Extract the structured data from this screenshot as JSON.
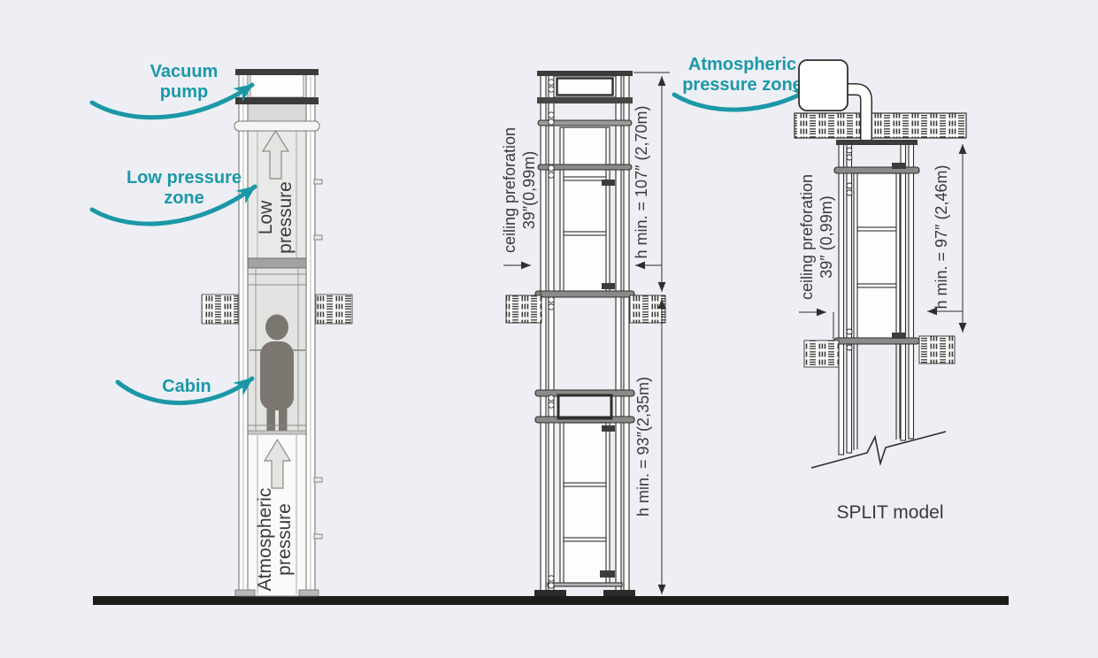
{
  "colors": {
    "background": "#edeff5",
    "accent_teal": "#1b98a8",
    "line_dark": "#2e2e2c",
    "ground": "#1d1d1b",
    "person_gray": "#7b766f"
  },
  "callouts": {
    "vacuum_pump": {
      "line1": "Vacuum",
      "line2": "pump"
    },
    "low_pressure_zone": {
      "line1": "Low pressure",
      "line2": "zone"
    },
    "cabin": {
      "label": "Cabin"
    },
    "atmospheric_pressure_zone": {
      "line1": "Atmospheric",
      "line2": "pressure zone"
    }
  },
  "main_elevator": {
    "upper_zone": {
      "line1": "Low",
      "line2": "pressure"
    },
    "lower_zone": {
      "line1": "Atmospheric",
      "line2": "pressure"
    }
  },
  "dimension_view": {
    "ceiling_perforation": {
      "line1": "ceiling preforation",
      "line2": "39″(0,99m)"
    },
    "height_upper": "h min. = 107″ (2,70m)",
    "height_lower": "h min. = 93″(2,35m)"
  },
  "split_view": {
    "ceiling_perforation": {
      "line1": "ceiling preforation",
      "line2": "39″ (0,99m)"
    },
    "height": "h min. = 97″ (2,46m)",
    "caption": "SPLIT model"
  }
}
